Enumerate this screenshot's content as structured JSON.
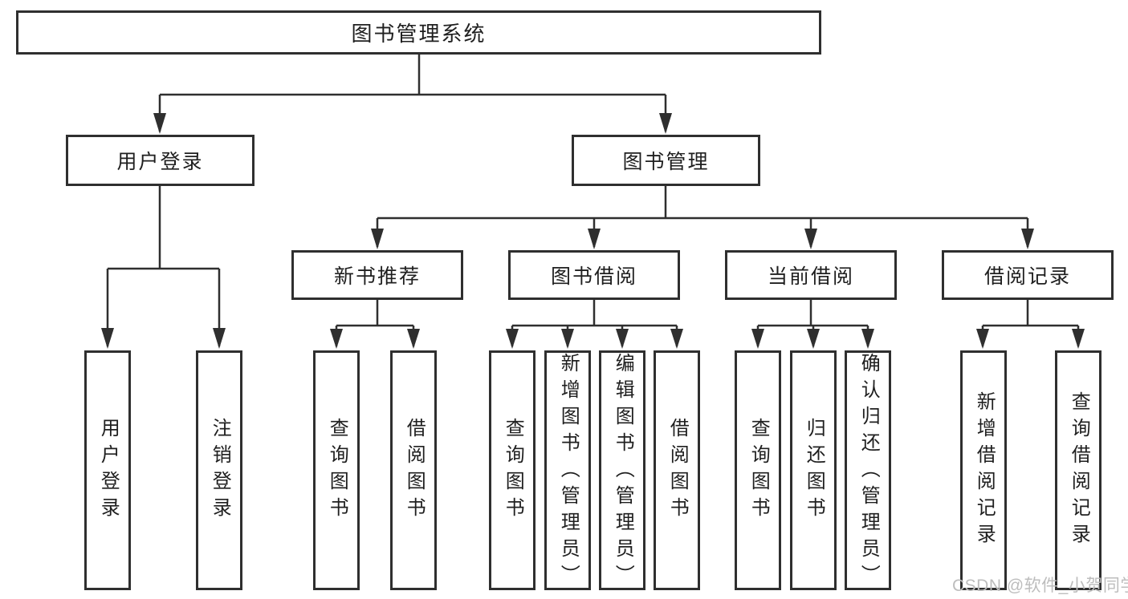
{
  "diagram": {
    "title": "图书管理系统",
    "level2": {
      "user_login": "用户登录",
      "book_management": "图书管理"
    },
    "level3": {
      "new_book_recommend": "新书推荐",
      "book_borrowing": "图书借阅",
      "current_borrowing": "当前借阅",
      "borrowing_records": "借阅记录"
    },
    "leaves": {
      "user_login": [
        "用户登录",
        "注销登录"
      ],
      "new_book_recommend": [
        "查询图书",
        "借阅图书"
      ],
      "book_borrowing": [
        "查询图书",
        "新增图书（管理员）",
        "编辑图书（管理员）",
        "借阅图书"
      ],
      "current_borrowing": [
        "查询图书",
        "归还图书",
        "确认归还（管理员）"
      ],
      "borrowing_records": [
        "新增借阅记录",
        "查询借阅记录"
      ]
    }
  },
  "watermark": "CSDN @软件_小贺同学",
  "colors": {
    "line": "#2f2f2f",
    "text": "#1f1f1f",
    "background": "#ffffff",
    "watermark": "#bdbdbd"
  }
}
